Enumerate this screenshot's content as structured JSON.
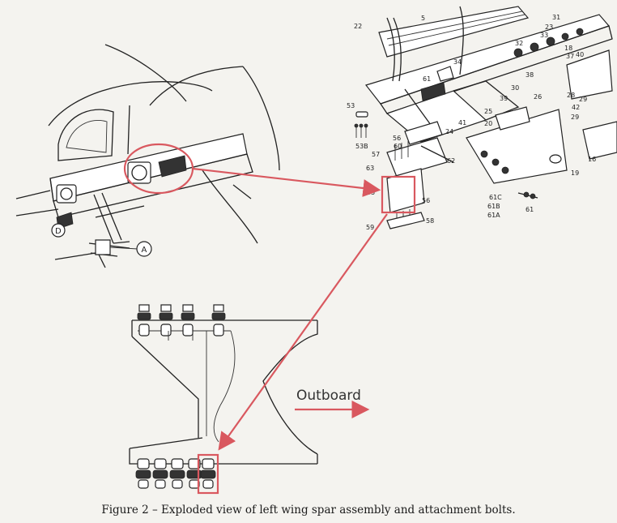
{
  "caption": "Figure 2 – Exploded view of left wing spar assembly and attachment bolts.",
  "direction_label": "Outboard",
  "callout_a": "A",
  "callout_d": "D",
  "part_numbers": [
    {
      "id": "p22",
      "text": "22"
    },
    {
      "id": "p5",
      "text": "5"
    },
    {
      "id": "p31",
      "text": "31"
    },
    {
      "id": "p23",
      "text": "23"
    },
    {
      "id": "p33",
      "text": "33"
    },
    {
      "id": "p32",
      "text": "32"
    },
    {
      "id": "p18",
      "text": "18"
    },
    {
      "id": "p37",
      "text": "37"
    },
    {
      "id": "p40",
      "text": "40"
    },
    {
      "id": "p34",
      "text": "34"
    },
    {
      "id": "p38",
      "text": "38"
    },
    {
      "id": "p61",
      "text": "61"
    },
    {
      "id": "p30",
      "text": "30"
    },
    {
      "id": "p39",
      "text": "39"
    },
    {
      "id": "p25",
      "text": "25"
    },
    {
      "id": "p28",
      "text": "28"
    },
    {
      "id": "p29a",
      "text": "29"
    },
    {
      "id": "p42",
      "text": "42"
    },
    {
      "id": "p29b",
      "text": "29"
    },
    {
      "id": "p26",
      "text": "26"
    },
    {
      "id": "p20",
      "text": "20"
    },
    {
      "id": "p41",
      "text": "41"
    },
    {
      "id": "p24",
      "text": "24"
    },
    {
      "id": "p53",
      "text": "53"
    },
    {
      "id": "p53b",
      "text": "53B"
    },
    {
      "id": "p56a",
      "text": "56"
    },
    {
      "id": "p60",
      "text": "60"
    },
    {
      "id": "p57",
      "text": "57"
    },
    {
      "id": "p62",
      "text": "62"
    },
    {
      "id": "p63",
      "text": "63"
    },
    {
      "id": "p55",
      "text": "55"
    },
    {
      "id": "p56b",
      "text": "56"
    },
    {
      "id": "p19",
      "text": "19"
    },
    {
      "id": "p16",
      "text": "16"
    },
    {
      "id": "p61c",
      "text": "61C"
    },
    {
      "id": "p61b",
      "text": "61B"
    },
    {
      "id": "p61a",
      "text": "61A"
    },
    {
      "id": "p61d",
      "text": "61"
    },
    {
      "id": "p59",
      "text": "59"
    },
    {
      "id": "p58",
      "text": "58"
    }
  ],
  "colors": {
    "highlight": "#d9585f",
    "ink": "#222222",
    "paper": "#f4f3ef"
  }
}
